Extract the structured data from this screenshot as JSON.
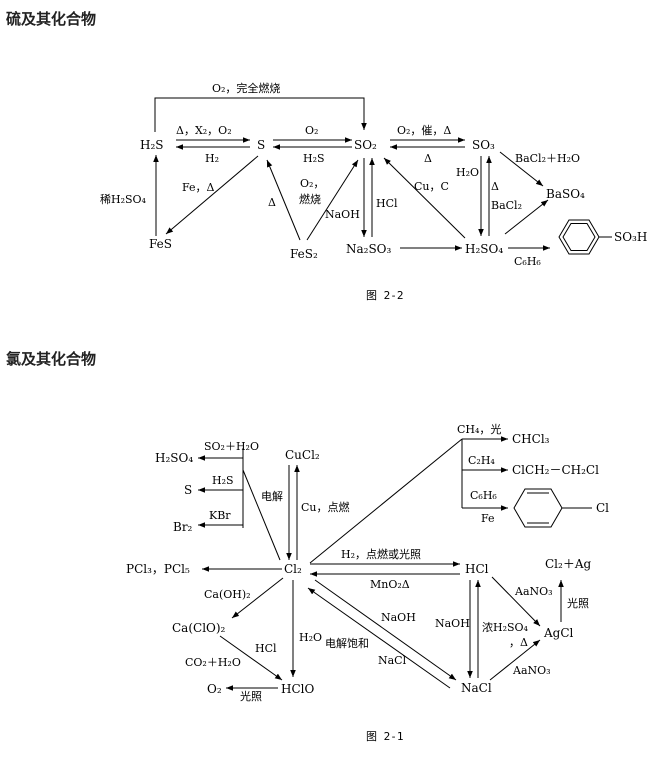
{
  "headings": {
    "sulfur": "硫及其化合物",
    "chlorine": "氯及其化合物"
  },
  "sulfur": {
    "top_label": "O₂，完全燃烧",
    "H2S": "H₂S",
    "S": "S",
    "SO2": "SO₂",
    "SO3": "SO₃",
    "FeS": "FeS",
    "FeS2": "FeS₂",
    "Na2SO3": "Na₂SO₃",
    "H2SO4": "H₂SO₄",
    "BaSO4": "BaSO₄",
    "h2s_s_fwd": "Δ，X₂，O₂",
    "h2s_s_back": "H₂",
    "s_so2_fwd": "O₂",
    "s_so2_back": "H₂S",
    "so2_so3_fwd": "O₂，催，Δ",
    "so2_so3_back": "Δ",
    "dilute_h2so4": "稀H₂SO₄",
    "fe_heat": "Fe，Δ",
    "delta_fes2": "Δ",
    "o2_burn_1": "O₂，",
    "o2_burn_2": "燃烧",
    "naoh": "NaOH",
    "hcl": "HCl",
    "cu_c": "Cu，C",
    "h2o": "H₂O",
    "delta_so3": "Δ",
    "bacl2": "BaCl₂",
    "bacl2_h2o": "BaCl₂＋H₂O",
    "c6h6": "C₆H₆",
    "so3h": "SO₃H",
    "caption": "图 2-2"
  },
  "chlorine": {
    "Cl2": "Cl₂",
    "HCl": "HCl",
    "NaCl": "NaCl",
    "AgCl": "AgCl",
    "HClO": "HClO",
    "CuCl2": "CuCl₂",
    "PCl": "PCl₃，PCl₅",
    "CaClO2": "Ca(ClO)₂",
    "H2SO4": "H₂SO₄",
    "S": "S",
    "Br2": "Br₂",
    "O2": "O₂",
    "so2_h2o": "SO₂＋H₂O",
    "h2s": "H₂S",
    "kbr": "KBr",
    "electrolysis": "电解",
    "cu_burn": "Cu，点燃",
    "ch4_light": "CH₄，光",
    "chcl3": "CHCl₃",
    "c2h4": "C₂H₄",
    "clch2": "ClCH₂－CH₂Cl",
    "c6h6": "C₆H₆",
    "fe": "Fe",
    "cl_sub": "Cl",
    "h2_burn": "H₂，点燃或光照",
    "mno2": "MnO₂Δ",
    "caoh2": "Ca(OH)₂",
    "hcl_label": "HCl",
    "co2_h2o": "CO₂＋H₂O",
    "light1": "光照",
    "h2o": "H₂O",
    "naoh_diag": "NaOH",
    "elec_sat": "电解饱和",
    "nacl_lab": "NaCl",
    "naoh_vert": "NaOH",
    "conc_h2so4": "浓H₂SO₄",
    "conc_delta": "，Δ",
    "agno3_1": "AaNO₃",
    "agno3_2": "AaNO₃",
    "cl2_ag": "Cl₂＋Ag",
    "light2": "光照",
    "caption": "图 2-1"
  }
}
